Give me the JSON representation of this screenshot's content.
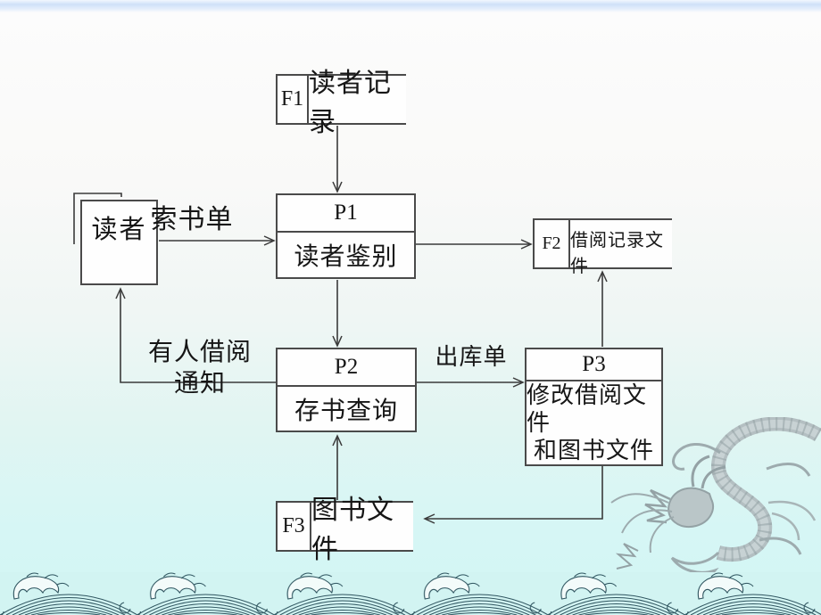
{
  "slide": {
    "colors": {
      "background_top": "#fcfcfc",
      "background_bottom": "#d2f5f4",
      "top_accent_band": "#cfe1f8",
      "line_color": "#3a3a3a",
      "box_border": "#4a4a4a",
      "wave_outline": "#2d535e",
      "wave_background": "#d2f4f2",
      "dragon_gray": "#9aa6aa"
    }
  },
  "diagram": {
    "entities": [
      {
        "id": "reader",
        "label": "读者"
      }
    ],
    "processes": [
      {
        "id": "P1",
        "code": "P1",
        "label": "读者鉴别"
      },
      {
        "id": "P2",
        "code": "P2",
        "label": "存书查询"
      },
      {
        "id": "P3",
        "code": "P3",
        "label_line1": "修改借阅文件",
        "label_line2": "和图书文件"
      }
    ],
    "stores": [
      {
        "id": "F1",
        "code": "F1",
        "label": "读者记录"
      },
      {
        "id": "F2",
        "code": "F2",
        "label": "借阅记录文件"
      },
      {
        "id": "F3",
        "code": "F3",
        "label": "图书文件"
      }
    ],
    "flows": [
      {
        "id": "request",
        "label": "索书单",
        "from": "读者",
        "to": "P1"
      },
      {
        "id": "notice",
        "label_line1": "有人借阅",
        "label_line2": "通知",
        "from": "P2",
        "to": "读者"
      },
      {
        "id": "outbound",
        "label": "出库单",
        "from": "P2",
        "to": "P3"
      }
    ],
    "edges": [
      {
        "from": "F1",
        "to": "P1"
      },
      {
        "from": "读者",
        "to": "P1"
      },
      {
        "from": "P1",
        "to": "F2"
      },
      {
        "from": "P1",
        "to": "P2"
      },
      {
        "from": "P2",
        "to": "读者"
      },
      {
        "from": "P2",
        "to": "P3"
      },
      {
        "from": "F3",
        "to": "P2"
      },
      {
        "from": "P3",
        "to": "F2"
      },
      {
        "from": "P3",
        "to": "F3"
      }
    ]
  }
}
